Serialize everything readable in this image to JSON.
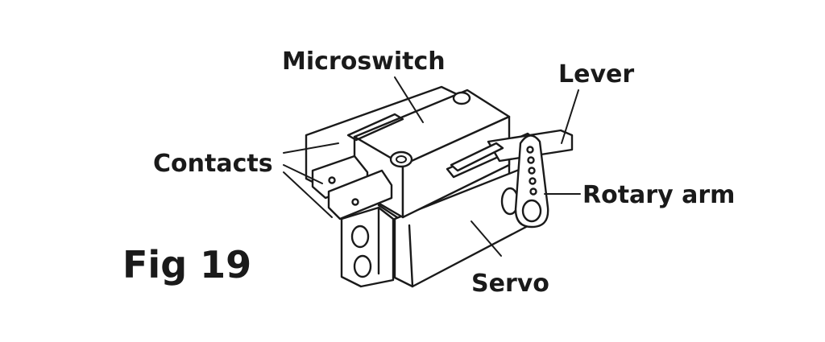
{
  "figure": {
    "label": "Fig 19"
  },
  "labels": {
    "microswitch": "Microswitch",
    "lever": "Lever",
    "contacts": "Contacts",
    "rotary_arm": "Rotary arm",
    "servo": "Servo"
  },
  "colors": {
    "ink": "#1a1a1a",
    "background": "#ffffff"
  }
}
